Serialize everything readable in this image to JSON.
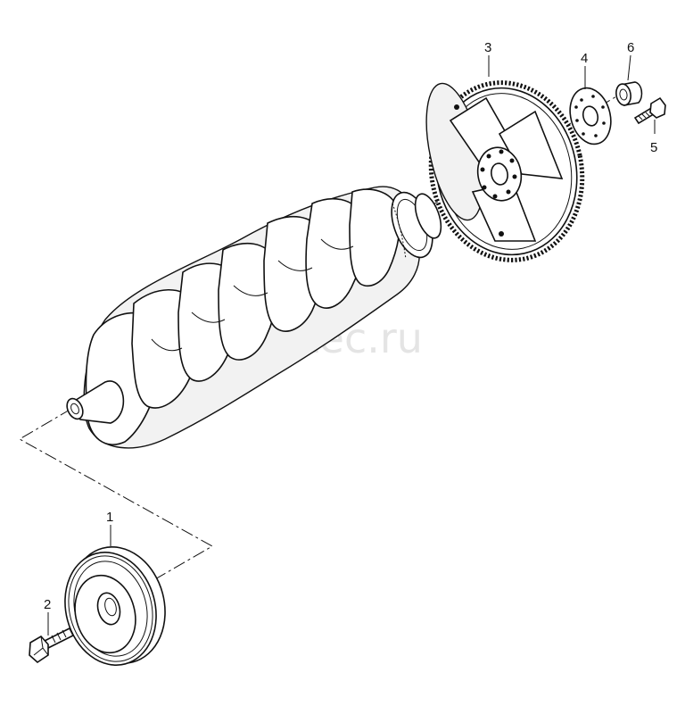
{
  "watermark": "vagtec.ru",
  "callouts": [
    {
      "id": "1",
      "label": "1"
    },
    {
      "id": "2",
      "label": "2"
    },
    {
      "id": "3",
      "label": "3"
    },
    {
      "id": "4",
      "label": "4"
    },
    {
      "id": "5",
      "label": "5"
    },
    {
      "id": "6",
      "label": "6"
    }
  ],
  "parts": [
    {
      "ref": "1",
      "icon": "pulley-icon"
    },
    {
      "ref": "2",
      "icon": "bolt-icon"
    },
    {
      "ref": "3",
      "icon": "flywheel-ring-gear-icon"
    },
    {
      "ref": "4",
      "icon": "shim-plate-icon"
    },
    {
      "ref": "5",
      "icon": "bolt-icon"
    },
    {
      "ref": "6",
      "icon": "bearing-bush-icon"
    }
  ],
  "colors": {
    "line": "#111111",
    "background": "#ffffff",
    "watermark": "#cfcfcf"
  }
}
